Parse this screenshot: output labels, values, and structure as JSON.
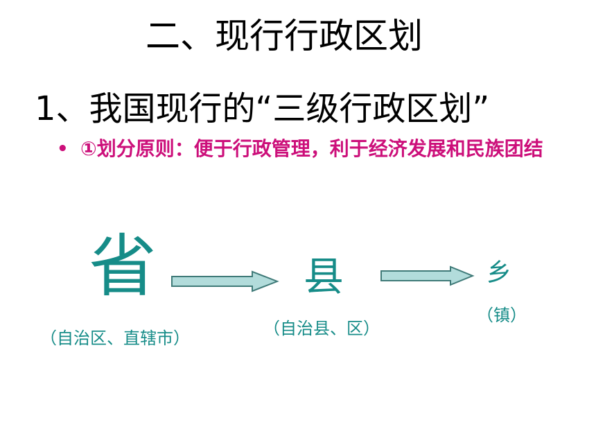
{
  "slide": {
    "title": "二、现行行政区划",
    "heading": "1、我国现行的“三级行政区划”",
    "bullet": {
      "marker": "•",
      "text": "①划分原则：便于行政管理，利于经济发展和民族团结"
    }
  },
  "hierarchy": {
    "levels": [
      {
        "label": "省",
        "note": "（自治区、直辖市）"
      },
      {
        "label": "县",
        "note": "（自治县、区）"
      },
      {
        "label": "乡",
        "note": "（镇）"
      }
    ]
  },
  "colors": {
    "bullet_text": "#cc0f7a",
    "hierarchy_text": "#168c88",
    "arrow_fill": "#b2dcdb",
    "arrow_stroke": "#3f7a78"
  }
}
